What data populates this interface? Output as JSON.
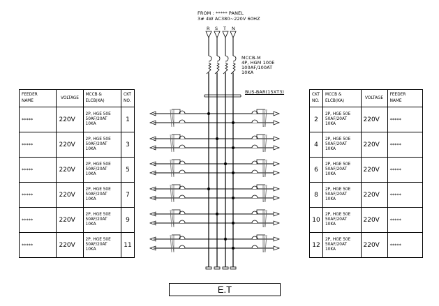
{
  "source": {
    "from_label": "FROM : ***** PANEL",
    "supply_label": "3# 4W AC380~220V 60HZ",
    "phases": [
      "R",
      "S",
      "T",
      "N"
    ]
  },
  "main_breaker": {
    "lines": [
      "MCCB-M",
      "4P, HGM 100E",
      "100AF/100AT",
      "10KA"
    ]
  },
  "bus_bar_label": "BUS-BAR(15XT3)",
  "left_table": {
    "headers": [
      "FEEDER\nNAME",
      "VOLTAGE",
      "MCCB &\nELCB(KA)",
      "CKT\nNO."
    ],
    "header_feeder": [
      "FEEDER",
      "NAME"
    ],
    "header_voltage": "VOLTAGE",
    "header_mccb": [
      "MCCB &",
      "ELCB(KA)"
    ],
    "header_ckt": [
      "CKT",
      "NO."
    ],
    "rows": [
      {
        "feeder": "*****",
        "voltage": "220V",
        "mccb": [
          "2P, HGE 50E",
          "50AF/20AT",
          "10KA"
        ],
        "ckt": "1"
      },
      {
        "feeder": "*****",
        "voltage": "220V",
        "mccb": [
          "2P, HGE 50E",
          "50AF/20AT",
          "10KA"
        ],
        "ckt": "3"
      },
      {
        "feeder": "*****",
        "voltage": "220V",
        "mccb": [
          "2P, HGE 50E",
          "50AF/20AT",
          "10KA"
        ],
        "ckt": "5"
      },
      {
        "feeder": "*****",
        "voltage": "220V",
        "mccb": [
          "2P, HGE 50E",
          "50AF/20AT",
          "10KA"
        ],
        "ckt": "7"
      },
      {
        "feeder": "*****",
        "voltage": "220V",
        "mccb": [
          "2P, HGE 50E",
          "50AF/20AT",
          "10KA"
        ],
        "ckt": "9"
      },
      {
        "feeder": "*****",
        "voltage": "220V",
        "mccb": [
          "2P, HGE 50E",
          "50AF/20AT",
          "10KA"
        ],
        "ckt": "11"
      }
    ]
  },
  "right_table": {
    "header_ckt": [
      "CKT",
      "NO."
    ],
    "header_mccb": [
      "MCCB &",
      "ELCB(KA)"
    ],
    "header_voltage": "VOLTAGE",
    "header_feeder": [
      "FEEDER",
      "NAME"
    ],
    "rows": [
      {
        "ckt": "2",
        "mccb": [
          "2P, HGE 50E",
          "50AF/20AT",
          "10KA"
        ],
        "voltage": "220V",
        "feeder": "*****"
      },
      {
        "ckt": "4",
        "mccb": [
          "2P, HGE 50E",
          "50AF/20AT",
          "10KA"
        ],
        "voltage": "220V",
        "feeder": "*****"
      },
      {
        "ckt": "6",
        "mccb": [
          "2P, HGE 50E",
          "50AF/20AT",
          "10KA"
        ],
        "voltage": "220V",
        "feeder": "*****"
      },
      {
        "ckt": "8",
        "mccb": [
          "2P, HGE 50E",
          "50AF/20AT",
          "10KA"
        ],
        "voltage": "220V",
        "feeder": "*****"
      },
      {
        "ckt": "10",
        "mccb": [
          "2P, HGE 50E",
          "50AF/20AT",
          "10KA"
        ],
        "voltage": "220V",
        "feeder": "*****"
      },
      {
        "ckt": "12",
        "mccb": [
          "2P, HGE 50E",
          "50AF/20AT",
          "10KA"
        ],
        "voltage": "220V",
        "feeder": "*****"
      }
    ]
  },
  "branch_phase_connections": [
    "R",
    "S",
    "T",
    "R",
    "S",
    "T"
  ],
  "footer_label": "E.T"
}
